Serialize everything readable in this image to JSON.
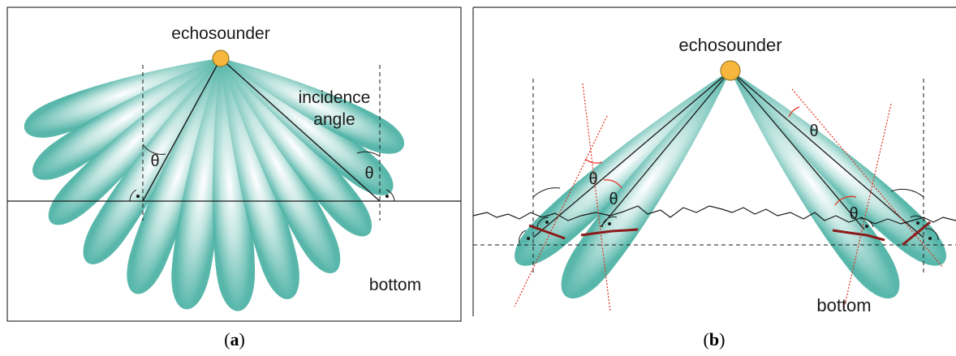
{
  "panel_a": {
    "source_label": "echosounder",
    "incidence_line1": "incidence",
    "incidence_line2": "angle",
    "theta_left": "θ",
    "theta_right": "θ",
    "bottom_label": "bottom",
    "caption_open": "(",
    "caption_letter": "a",
    "caption_close": ")"
  },
  "panel_b": {
    "source_label": "echosounder",
    "theta_1": "θ",
    "theta_2": "θ",
    "theta_3": "θ",
    "theta_4": "θ",
    "bottom_label": "bottom",
    "caption_open": "(",
    "caption_letter": "b",
    "caption_close": ")"
  },
  "colors": {
    "beam_core": "#ffffff",
    "beam_edge": "#4fb3a6",
    "source": "#f6b73c",
    "source_stroke": "#8a6a1a",
    "angle_mark": "#e0301e",
    "footprint": "#8b1a1a",
    "line": "#1a1a1a"
  }
}
